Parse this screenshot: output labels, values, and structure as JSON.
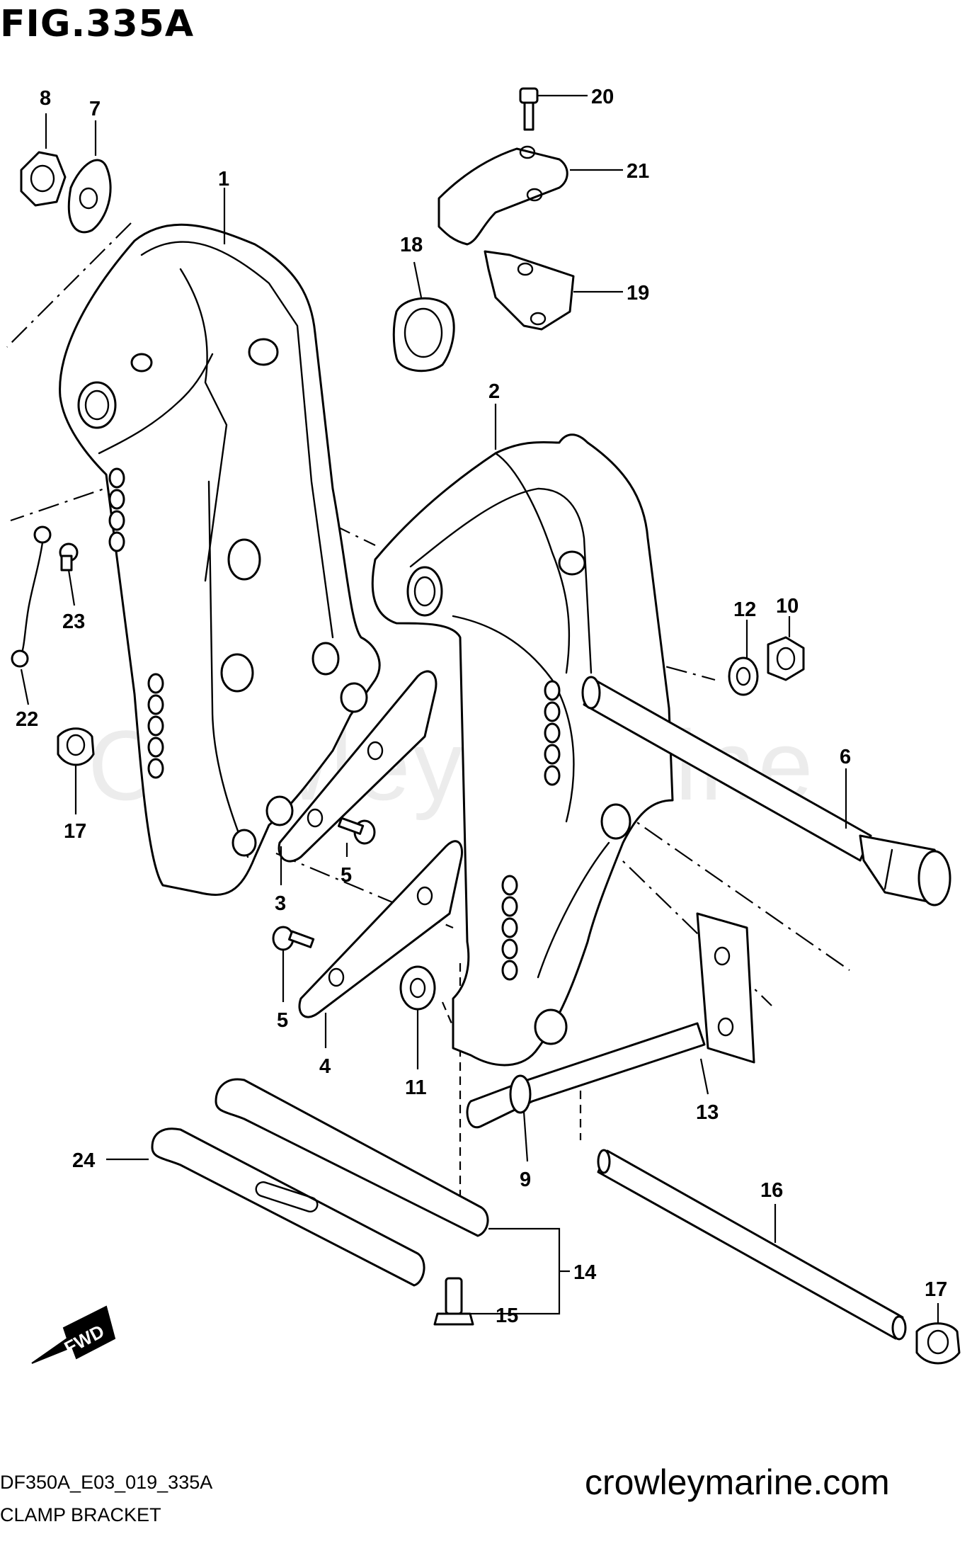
{
  "figure": {
    "title": "FIG.335A",
    "code": "DF350A_E03_019_335A",
    "name": "CLAMP BRACKET",
    "website": "crowleymarine.com",
    "watermark": "Crowley Marine"
  },
  "callouts": [
    "1",
    "2",
    "3",
    "4",
    "5",
    "5",
    "6",
    "7",
    "8",
    "9",
    "10",
    "11",
    "12",
    "13",
    "14",
    "15",
    "16",
    "17",
    "17",
    "18",
    "19",
    "20",
    "21",
    "22",
    "23",
    "24"
  ],
  "fwd_label": "FWD",
  "colors": {
    "line": "#000000",
    "background": "#ffffff",
    "watermark": "#ececec"
  }
}
